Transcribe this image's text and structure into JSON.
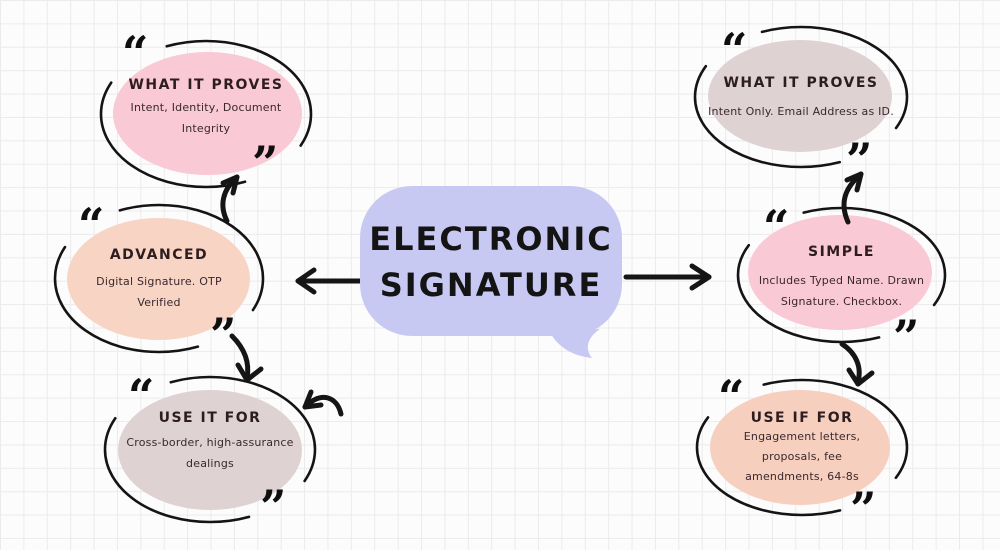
{
  "center": {
    "title_line1": "ELECTRONIC",
    "title_line2": "SIGNATURE",
    "bubble_color": "#c8c9f3"
  },
  "icons": {
    "quote_open": "“",
    "quote_close": "”"
  },
  "colors": {
    "ink": "#151515",
    "grid": "#ebebeb",
    "pink": "#f9c9d5",
    "peach": "#f7d4c3",
    "taupe": "#ded2d2"
  },
  "nodes": [
    {
      "id": "left-what-it-proves",
      "title": "WHAT IT PROVES",
      "body": "Intent, Identity, Document Integrity",
      "fill": "#f9c9d5"
    },
    {
      "id": "left-advanced",
      "title": "ADVANCED",
      "body": "Digital Signature. OTP Verified",
      "fill": "#f7d4c3"
    },
    {
      "id": "left-use-it-for",
      "title": "USE IT FOR",
      "body": "Cross-border, high-assurance dealings",
      "fill": "#ded2d2"
    },
    {
      "id": "right-what-it-proves",
      "title": "WHAT IT PROVES",
      "body": "Intent Only. Email Address as ID.",
      "fill": "#ded2d2"
    },
    {
      "id": "right-simple",
      "title": "SIMPLE",
      "body": "Includes Typed Name. Drawn Signature. Checkbox.",
      "fill": "#f9c9d5"
    },
    {
      "id": "right-use-if-for",
      "title": "USE IF FOR",
      "body": "Engagement letters, proposals, fee amendments, 64-8s",
      "fill": "#f6cfbe"
    }
  ]
}
